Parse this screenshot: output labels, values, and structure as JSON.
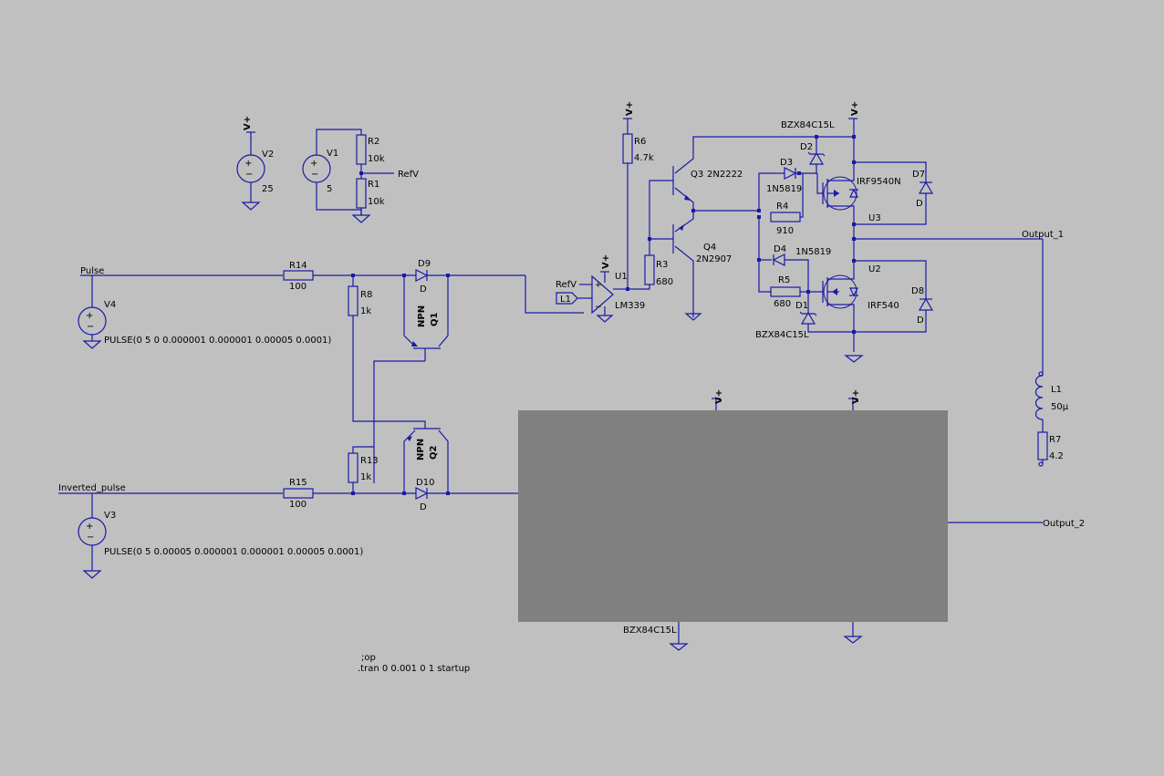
{
  "colors": {
    "background": "#c0c0c0",
    "wire": "#1a1aa8",
    "text": "#000000",
    "overlay_block": "#808080"
  },
  "supply_label": "V+",
  "sources": {
    "v2": {
      "name": "V2",
      "value": "25"
    },
    "v1": {
      "name": "V1",
      "value": "5"
    },
    "v4": {
      "name": "V4",
      "value": "PULSE(0 5 0 0.000001 0.000001 0.00005 0.0001)"
    },
    "v3": {
      "name": "V3",
      "value": "PULSE(0 5 0.00005 0.000001 0.000001 0.00005 0.0001)"
    }
  },
  "resistors": {
    "r1": {
      "name": "R1",
      "value": "10k"
    },
    "r2": {
      "name": "R2",
      "value": "10k"
    },
    "r3": {
      "name": "R3",
      "value": "680"
    },
    "r4": {
      "name": "R4",
      "value": "910"
    },
    "r5": {
      "name": "R5",
      "value": "680"
    },
    "r6": {
      "name": "R6",
      "value": "4.7k"
    },
    "r7": {
      "name": "R7",
      "value": "4.2"
    },
    "r8": {
      "name": "R8",
      "value": "1k"
    },
    "r13": {
      "name": "R13",
      "value": "1k"
    },
    "r14": {
      "name": "R14",
      "value": "100"
    },
    "r15": {
      "name": "R15",
      "value": "100"
    }
  },
  "diodes": {
    "d1": {
      "name": "D1",
      "value": "BZX84C15L"
    },
    "d2": {
      "name": "D2",
      "value": "BZX84C15L"
    },
    "d3": {
      "name": "D3",
      "value": "1N5819"
    },
    "d4": {
      "name": "D4",
      "value": "1N5819"
    },
    "d7": {
      "name": "D7",
      "value": "D"
    },
    "d8": {
      "name": "D8",
      "value": "D"
    },
    "d9": {
      "name": "D9",
      "value": "D"
    },
    "d10": {
      "name": "D10",
      "value": "D"
    }
  },
  "transistors": {
    "q1": {
      "name": "Q1",
      "type": "NPN"
    },
    "q2": {
      "name": "Q2",
      "type": "NPN"
    },
    "q3": {
      "name": "Q3",
      "value": "2N2222"
    },
    "q4": {
      "name": "Q4",
      "value": "2N2907"
    },
    "u2": {
      "name": "U2",
      "value": "IRF540"
    },
    "u3": {
      "name": "U3",
      "value": "IRF9540N"
    }
  },
  "comparator": {
    "name": "U1",
    "value": "LM339"
  },
  "inductor": {
    "name": "L1",
    "value": "50µ"
  },
  "nets": {
    "refv": "RefV",
    "pulse": "Pulse",
    "inverted_pulse": "Inverted_pulse",
    "output_1": "Output_1",
    "output_2": "Output_2",
    "l1_port": "L1"
  },
  "hidden_block_label": "BZX84C15L",
  "directives": {
    "op": ";op",
    "tran": ".tran 0 0.001 0 1 startup"
  }
}
